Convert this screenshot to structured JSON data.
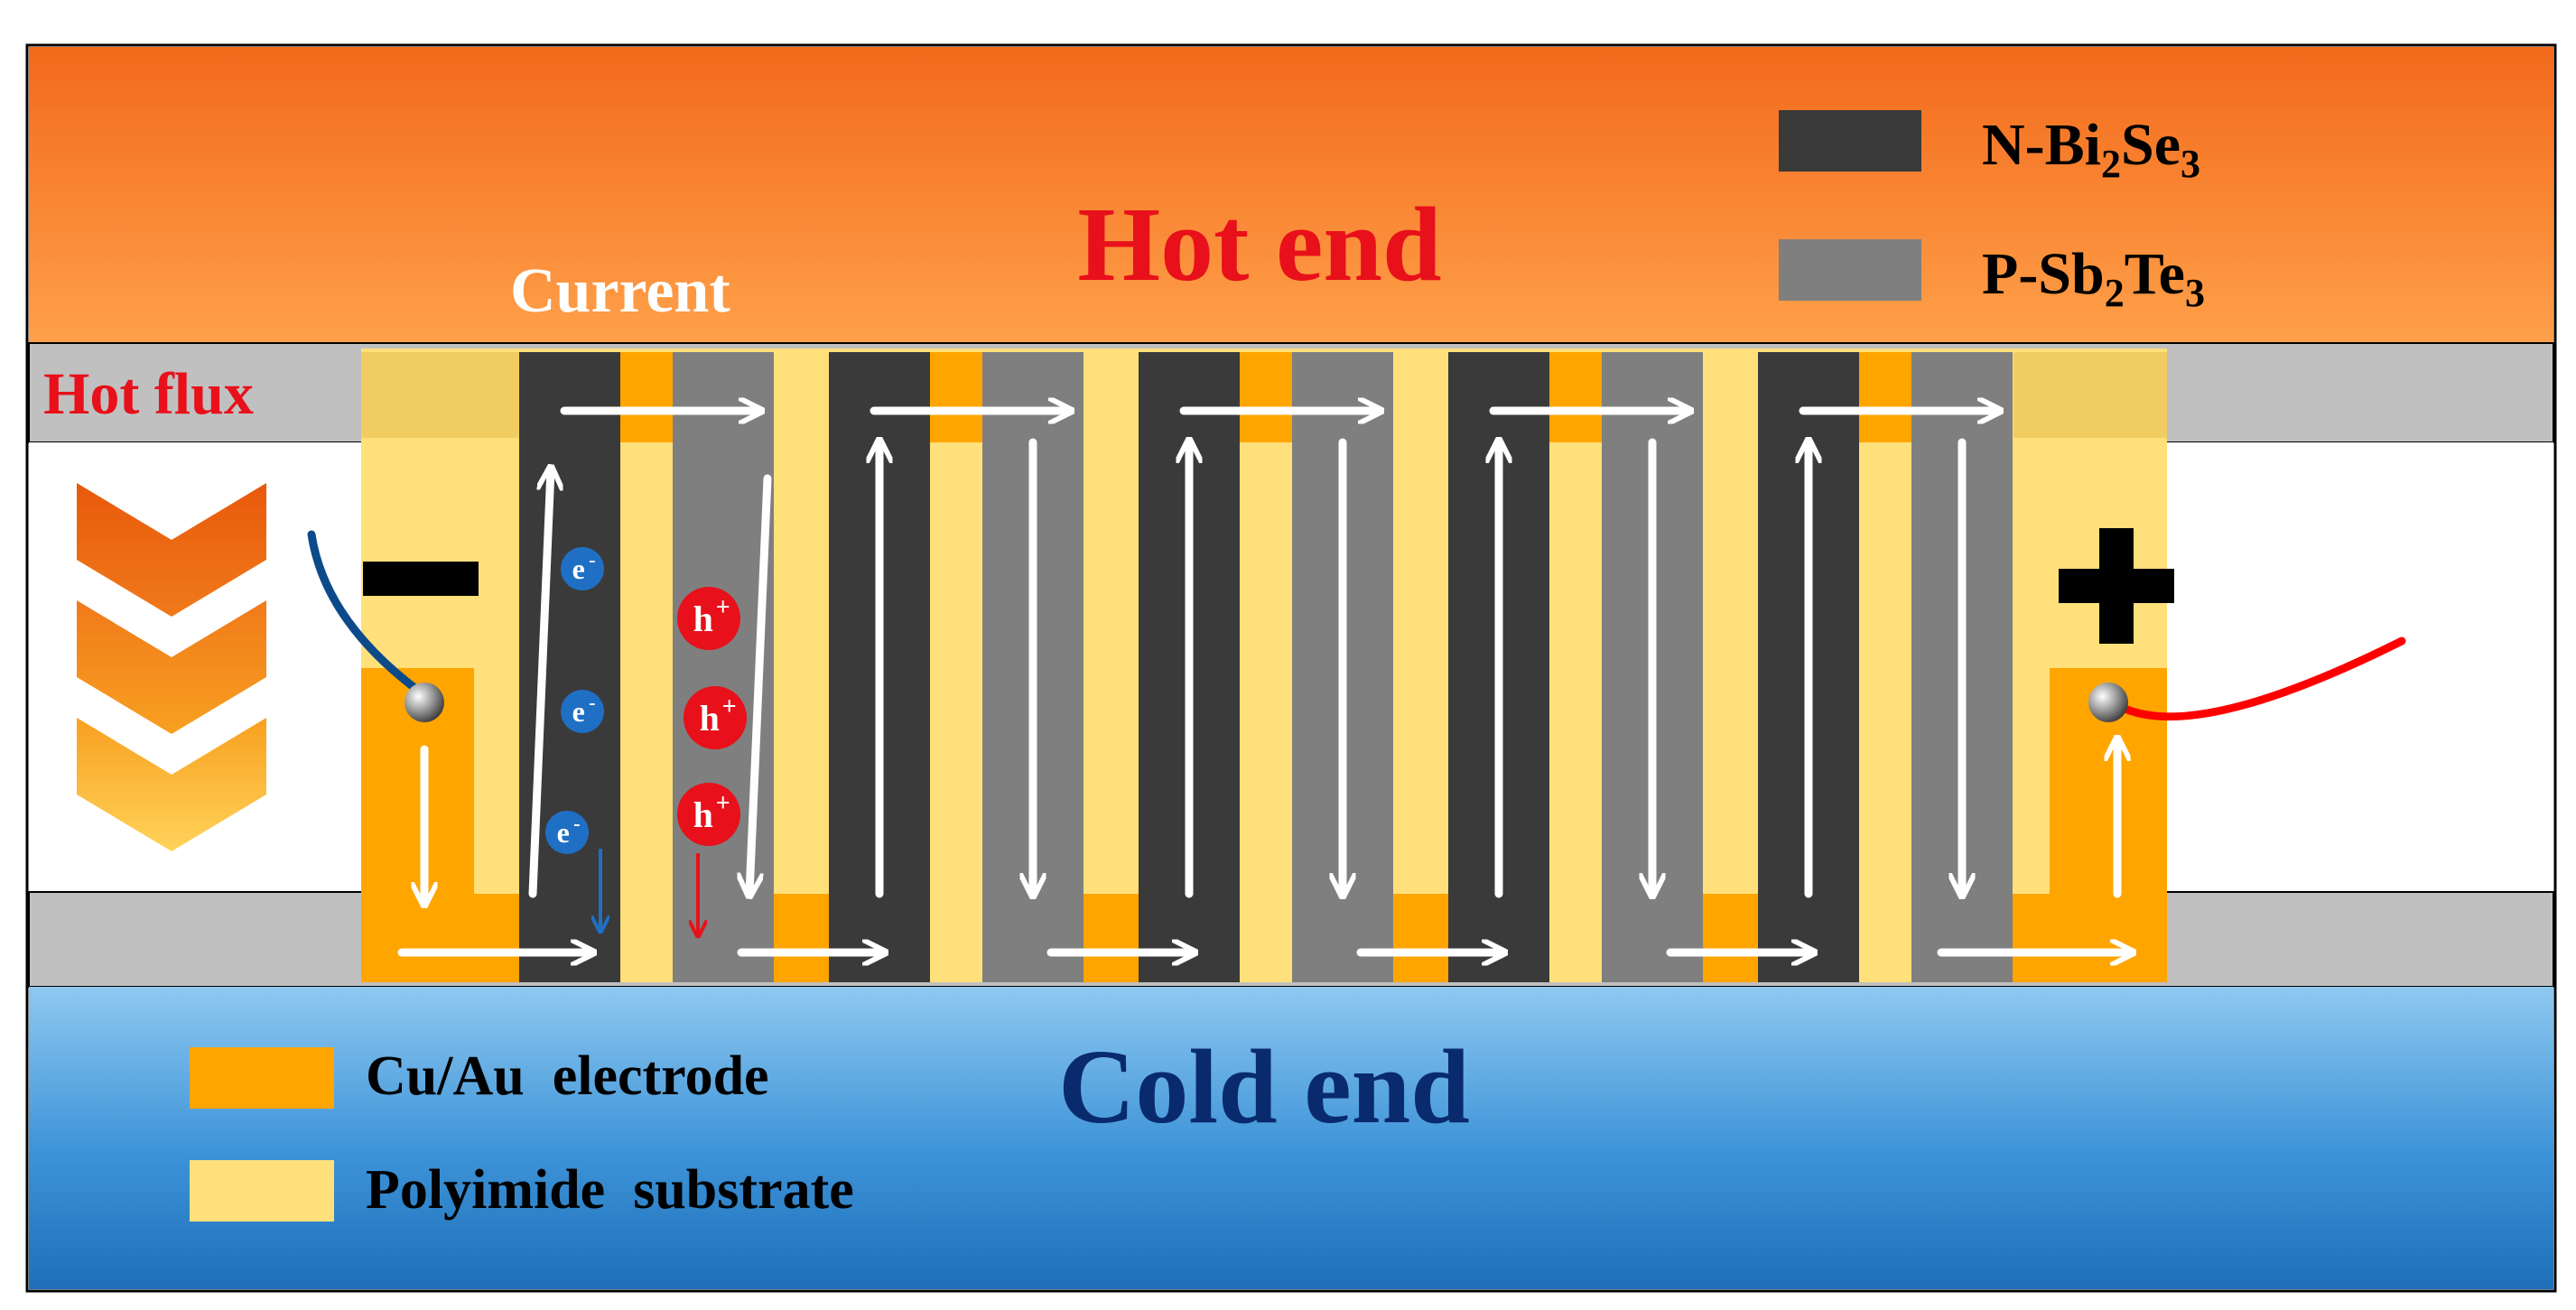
{
  "figure": {
    "title": "",
    "regions": {
      "hot_end": "Hot end",
      "cold_end": "Cold end"
    },
    "annotations": {
      "hot_flux": "Hot flux",
      "current": "Current"
    },
    "legend": [
      {
        "key": "n_type",
        "text": "N-Bi",
        "sub1": "2",
        "mid": "Se",
        "sub2": "3",
        "color": "#3a3a3a"
      },
      {
        "key": "p_type",
        "text": "P-Sb",
        "sub1": "2",
        "mid": "Te",
        "sub2": "3",
        "color": "#7f7f7f"
      },
      {
        "key": "electrode",
        "text": "Cu/Au  electrode",
        "color": "#ffa500"
      },
      {
        "key": "substrate",
        "text": "Polyimide  substrate",
        "color": "#ffe07a"
      }
    ],
    "carriers": {
      "electron": {
        "symbol": "e",
        "charge": "-"
      },
      "hole": {
        "symbol": "h",
        "charge": "+"
      }
    },
    "terminals": {
      "negative": "minus-sign",
      "positive": "plus-sign"
    },
    "thermoelectric_pairs": 5,
    "colors": {
      "hot_top": "#f26a1b",
      "hot_bottom": "#ffa04a",
      "cold_top": "#8ec8f0",
      "cold_bottom": "#1e6fb8",
      "hot_text": "#e8101a",
      "cold_text": "#0a2a6e",
      "n_leg": "#3a3a3a",
      "p_leg": "#7f7f7f",
      "electrode": "#ffa500",
      "substrate": "#ffe07a",
      "ceramic": "#c0c0c0",
      "electron_color": "#1f6fc4",
      "hole_color": "#e8101a"
    }
  }
}
